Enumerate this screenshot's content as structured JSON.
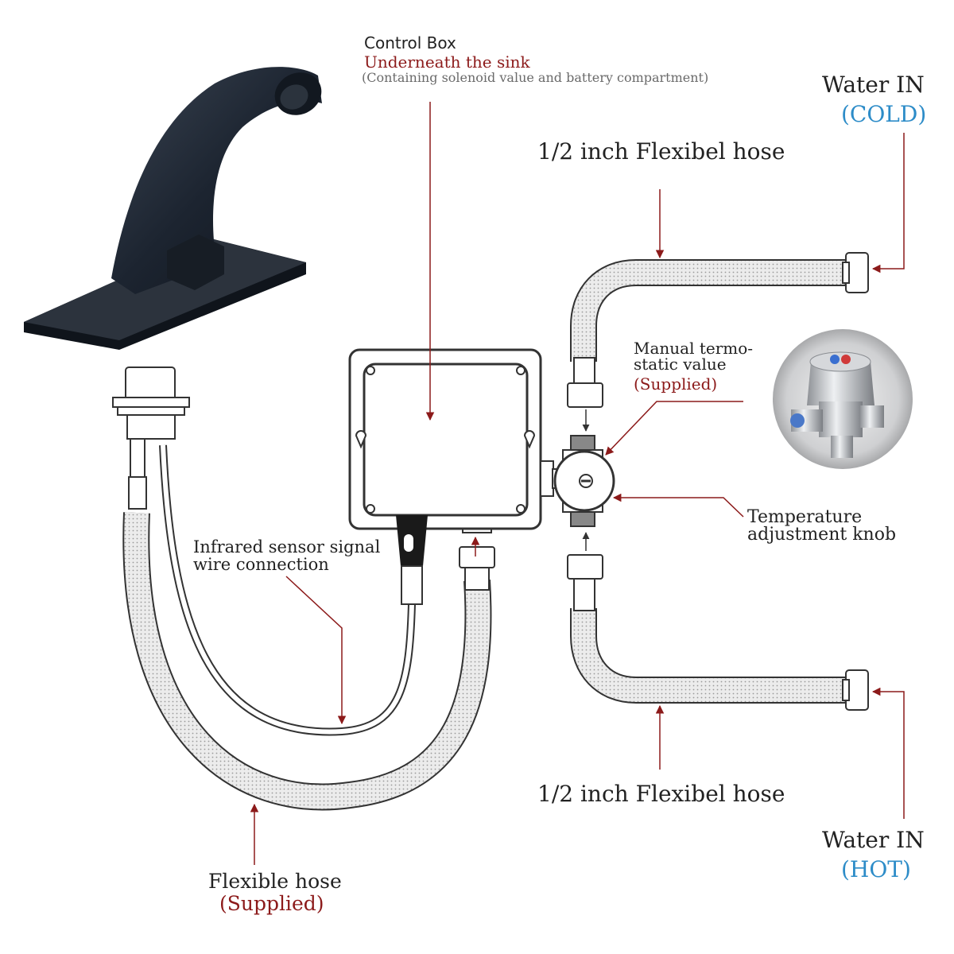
{
  "labels": {
    "control_box": {
      "title": "Control Box",
      "location": "Underneath the sink",
      "note": "(Containing solenoid value and battery compartment)"
    },
    "water_in_cold": {
      "text": "Water IN",
      "temp": "(COLD)"
    },
    "water_in_hot": {
      "text": "Water IN",
      "temp": "(HOT)"
    },
    "hose_top": "1/2 inch Flexibel hose",
    "hose_bottom": "1/2 inch Flexibel hose",
    "thermostatic_valve": {
      "line1": "Manual termo-",
      "line2": "static value",
      "status": "(Supplied)"
    },
    "temperature_knob": {
      "line1": "Temperature",
      "line2": "adjustment knob"
    },
    "sensor_wire": {
      "line1": "Infrared sensor signal",
      "line2": "wire connection"
    },
    "flexible_hose": {
      "text": "Flexible hose",
      "status": "(Supplied)"
    }
  },
  "colors": {
    "callout": "#8c1a1a",
    "accent_red": "#8c1a1a",
    "accent_blue": "#2d8cc8",
    "outline": "#333333",
    "faucet": "#1c2430"
  }
}
